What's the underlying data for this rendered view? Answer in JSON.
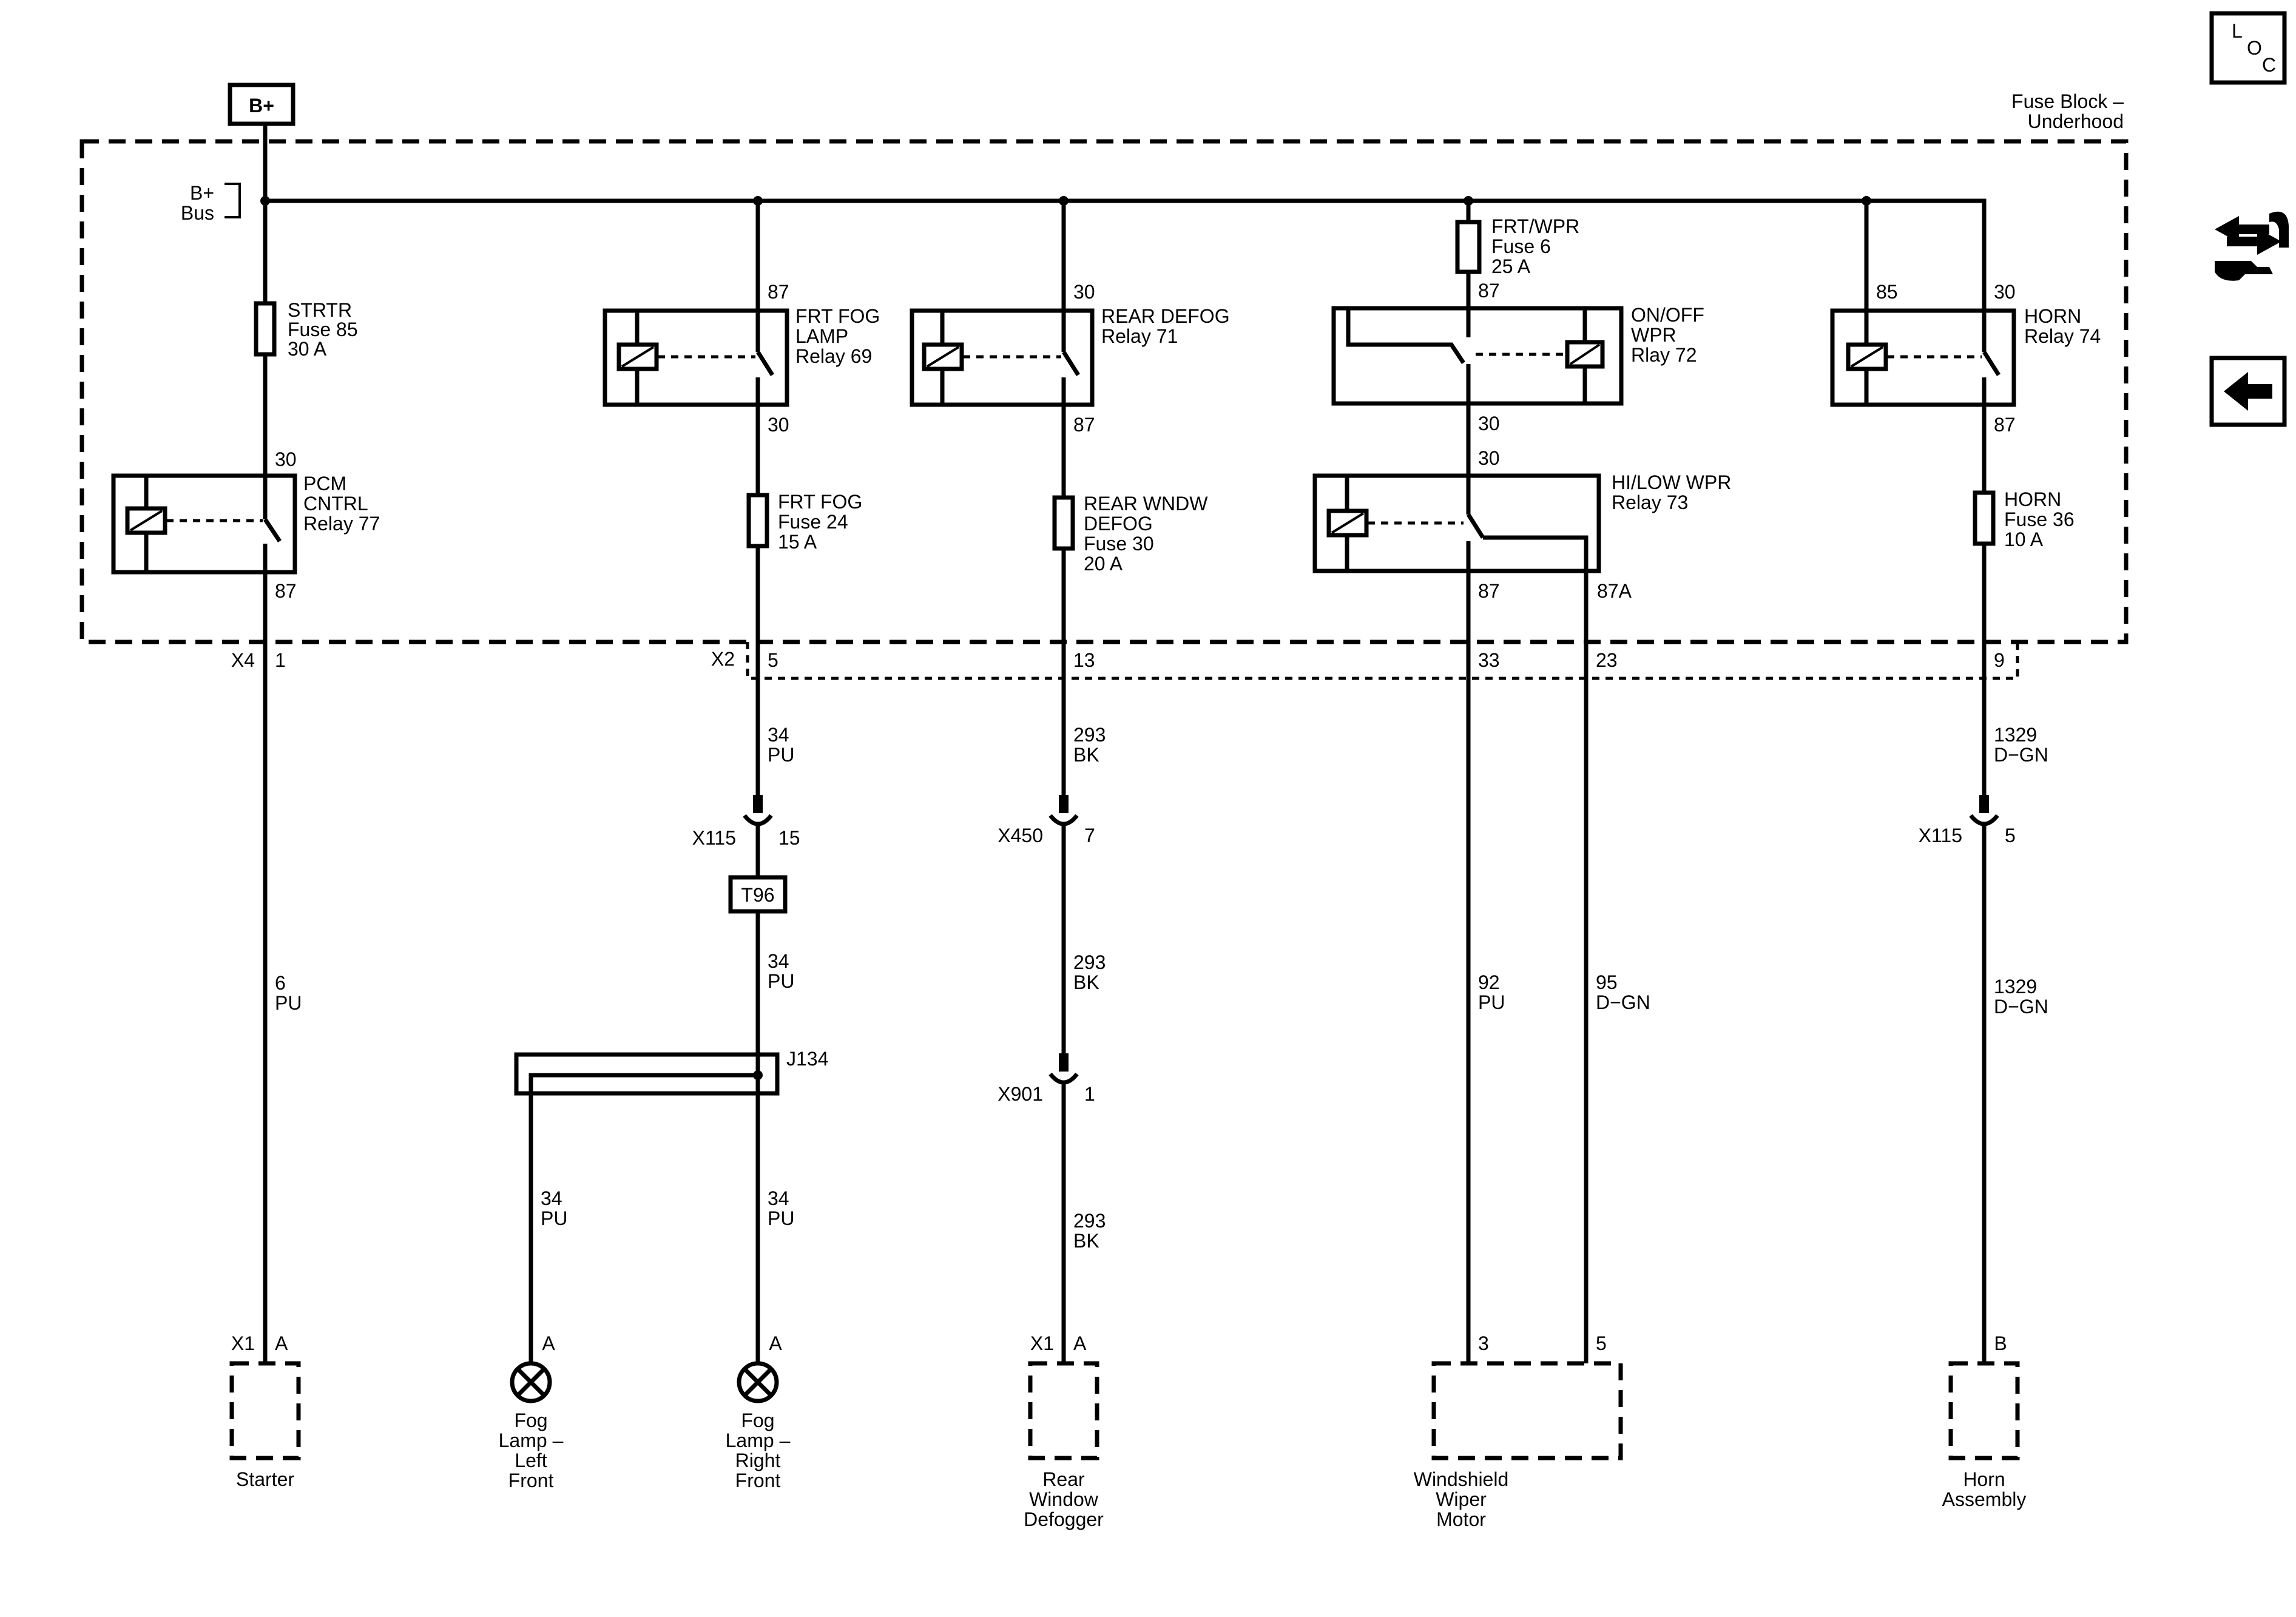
{
  "power_source": "B+",
  "fuse_block": {
    "line1": "Fuse Block –",
    "line2": "Underhood"
  },
  "bus": {
    "line1": "B+",
    "line2": "Bus"
  },
  "fuses": {
    "strtr": [
      "STRTR",
      "Fuse 85",
      "30 A"
    ],
    "frt_fog": [
      "FRT FOG",
      "Fuse 24",
      "15 A"
    ],
    "rear_wndw_defog": [
      "REAR WNDW",
      "DEFOG",
      "Fuse 30",
      "20 A"
    ],
    "frt_wpr": [
      "FRT/WPR",
      "Fuse 6",
      "25 A"
    ],
    "horn": [
      "HORN",
      "Fuse 36",
      "10 A"
    ]
  },
  "relays": {
    "pcm_cntrl": [
      "PCM",
      "CNTRL",
      "Relay 77"
    ],
    "frt_fog_lamp": [
      "FRT FOG",
      "LAMP",
      "Relay 69"
    ],
    "rear_defog": [
      "REAR DEFOG",
      "Relay 71"
    ],
    "on_off_wpr": [
      "ON/OFF",
      "WPR",
      "Rlay 72"
    ],
    "hi_low_wpr": [
      "HI/LOW WPR",
      "Relay 73"
    ],
    "horn": [
      "HORN",
      "Relay 74"
    ]
  },
  "terminals": {
    "pcm_30": "30",
    "pcm_87": "87",
    "fog_87": "87",
    "fog_30": "30",
    "defog_30": "30",
    "defog_87": "87",
    "onoff_87": "87",
    "onoff_30": "30",
    "hilow_30": "30",
    "hilow_87": "87",
    "hilow_87a": "87A",
    "horn_85": "85",
    "horn_30": "30",
    "horn_87": "87"
  },
  "connectors": {
    "x4": "X4",
    "x4_pin": "1",
    "x2": "X2",
    "x2_pin_fog": "5",
    "x2_pin_defog": "13",
    "x2_pin_wpr1": "33",
    "x2_pin_wpr2": "23",
    "x2_pin_horn": "9",
    "x115_fog": "X115",
    "x115_fog_pin": "15",
    "x450": "X450",
    "x450_pin": "7",
    "x901": "X901",
    "x901_pin": "1",
    "x115_horn": "X115",
    "x115_horn_pin": "5",
    "t96": "T96",
    "j134": "J134"
  },
  "wires": {
    "starter": [
      "6",
      "PU"
    ],
    "fog_a": [
      "34",
      "PU"
    ],
    "fog_b": [
      "34",
      "PU"
    ],
    "fog_left": [
      "34",
      "PU"
    ],
    "fog_right": [
      "34",
      "PU"
    ],
    "defog_a": [
      "293",
      "BK"
    ],
    "defog_b": [
      "293",
      "BK"
    ],
    "defog_c": [
      "293",
      "BK"
    ],
    "wpr_92": [
      "92",
      "PU"
    ],
    "wpr_95": [
      "95",
      "D−GN"
    ],
    "horn_a": [
      "1329",
      "D−GN"
    ],
    "horn_b": [
      "1329",
      "D−GN"
    ]
  },
  "components": {
    "starter": {
      "conn": "X1",
      "pin": "A",
      "name": [
        "Starter"
      ]
    },
    "fog_left": {
      "pin": "A",
      "name": [
        "Fog",
        "Lamp –",
        "Left",
        "Front"
      ]
    },
    "fog_right": {
      "pin": "A",
      "name": [
        "Fog",
        "Lamp –",
        "Right",
        "Front"
      ]
    },
    "rear_defogger": {
      "conn": "X1",
      "pin": "A",
      "name": [
        "Rear",
        "Window",
        "Defogger"
      ]
    },
    "wiper_motor": {
      "pin1": "3",
      "pin2": "5",
      "name": [
        "Windshield",
        "Wiper",
        "Motor"
      ]
    },
    "horn_assembly": {
      "pin": "B",
      "name": [
        "Horn",
        "Assembly"
      ]
    }
  },
  "nav": {
    "loc": [
      "L",
      "O",
      "C"
    ],
    "loc_icon": "location-icon",
    "connector_icon": "connector-view-icon",
    "back_icon": "back-arrow-icon"
  }
}
